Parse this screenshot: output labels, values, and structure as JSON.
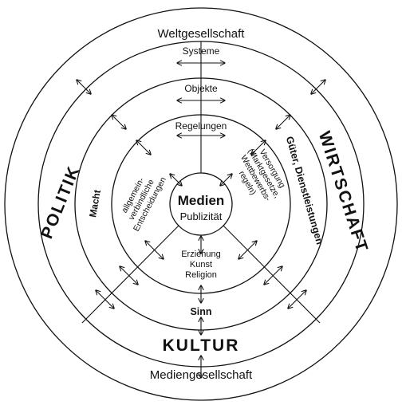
{
  "rings": {
    "outer_top": "Weltgesellschaft",
    "outer_bottom": "Mediengesellschaft"
  },
  "spheres": {
    "politik": "POLITIK",
    "wirtschaft": "WIRTSCHAFT",
    "kultur": "KULTUR"
  },
  "levels": {
    "systeme": "Systeme",
    "objekte": "Objekte",
    "regelungen": "Regelungen"
  },
  "media": {
    "title": "Medien",
    "subtitle": "Publizität"
  },
  "politik_detail": {
    "macht": "Macht",
    "entscheidungen": [
      "allgemein-",
      "verbindliche",
      "Entscheidungen"
    ]
  },
  "wirtschaft_detail": {
    "gueter": "Güter, Dienstleistungen",
    "versorgung": [
      "Versorgung",
      "(Marktgesetze,",
      "Wettbewerbs-",
      "regeln)"
    ]
  },
  "kultur_detail": {
    "sinn": "Sinn",
    "items": [
      "Erziehung",
      "Kunst",
      "Religion"
    ]
  }
}
